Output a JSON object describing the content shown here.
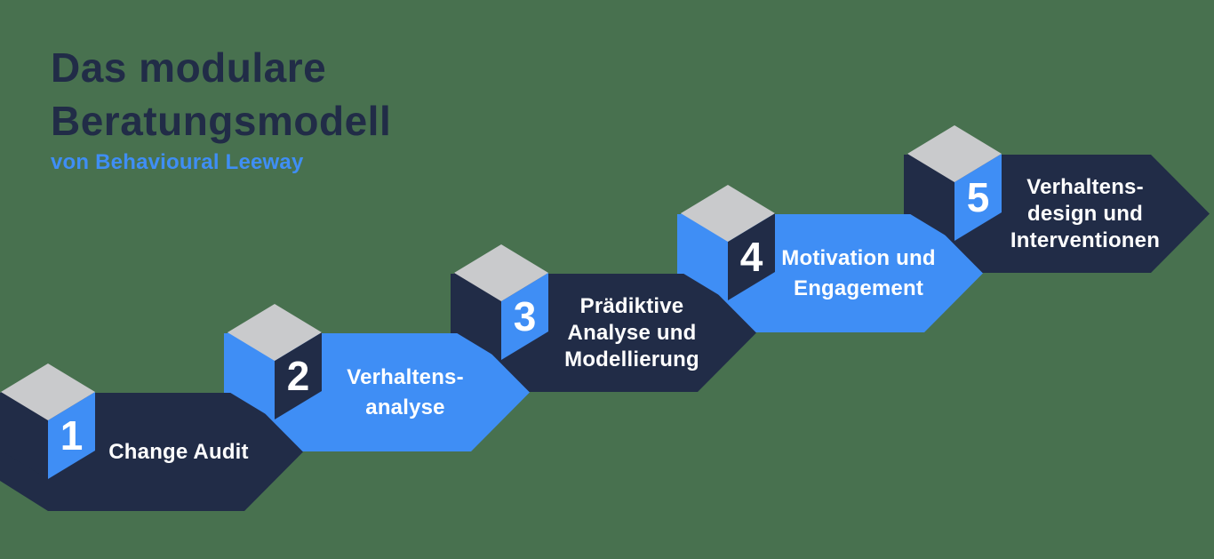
{
  "title": {
    "line1": "Das modulare",
    "line2": "Beratungsmodell",
    "subtitle": "von Behavioural Leeway"
  },
  "steps": [
    {
      "number": "1",
      "label_lines": [
        "Change Audit"
      ]
    },
    {
      "number": "2",
      "label_lines": [
        "Verhaltens-",
        "analyse"
      ]
    },
    {
      "number": "3",
      "label_lines": [
        "Prädiktive",
        "Analyse und",
        "Modellierung"
      ]
    },
    {
      "number": "4",
      "label_lines": [
        "Motivation und",
        "Engagement"
      ]
    },
    {
      "number": "5",
      "label_lines": [
        "Verhaltens-",
        "design und",
        "Interventionen"
      ]
    }
  ],
  "colors": {
    "background": "#48714F",
    "navy": "#212C47",
    "blue": "#3F8EF5",
    "gray": "#C9CACC",
    "white": "#FFFFFF"
  }
}
